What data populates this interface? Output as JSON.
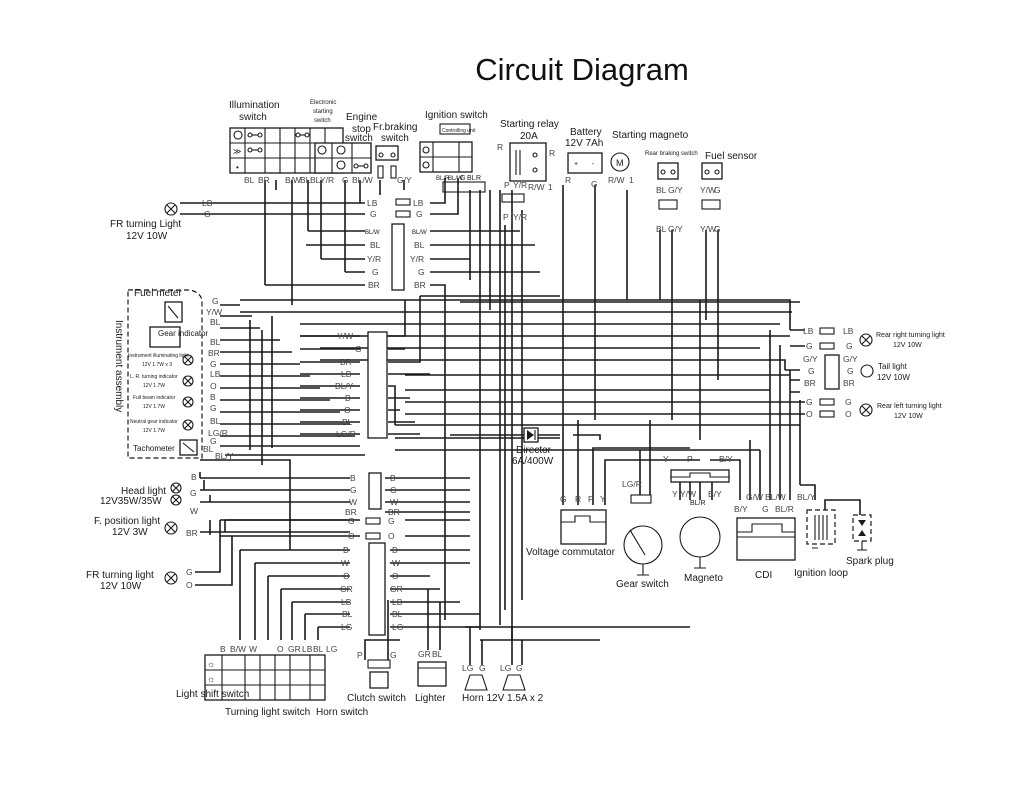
{
  "title": "Circuit Diagram",
  "components": {
    "illumination_switch": {
      "label1": "Illumination",
      "label2": "switch",
      "wires": [
        "BL",
        "BR"
      ]
    },
    "electronic_starting_switch": {
      "label1": "Electronic",
      "label2": "starting",
      "label3": "switch"
    },
    "engine_stop_switch": {
      "label1": "Engine",
      "label2": "stop",
      "label3": "switch",
      "wires": [
        "G",
        "BL/W"
      ]
    },
    "front_braking_switch": {
      "label1": "Fr.braking",
      "label2": "switch",
      "wires": [
        "G/Y"
      ]
    },
    "handlebar_wires": [
      "B/W",
      "BL",
      "BL",
      "Y/R"
    ],
    "ignition_switch": {
      "label": "Ignition switch",
      "unit_label": "Controlling unit",
      "wires": [
        "BL/R",
        "BL/W",
        "G",
        "BL",
        "R"
      ]
    },
    "starting_relay": {
      "label1": "Starting relay",
      "label2": "20A",
      "wires_top": [
        "R",
        "R"
      ],
      "wires_bottom": [
        "P",
        "Y/R",
        "R/W",
        "1"
      ],
      "connector_wires": [
        "P",
        "Y/R"
      ]
    },
    "battery": {
      "label1": "Battery",
      "label2": "12V 7Ah",
      "wires": [
        "R",
        "G"
      ]
    },
    "starting_magneto": {
      "label": "Starting magneto",
      "wires": [
        "R/W",
        "1"
      ]
    },
    "rear_braking_switch": {
      "label": "Rear braking switch",
      "wires": [
        "BL",
        "G/Y"
      ]
    },
    "fuel_sensor": {
      "label": "Fuel sensor",
      "wires": [
        "Y/W",
        "G"
      ]
    },
    "fr_turning_light_top": {
      "label1": "FR turning Light",
      "label2": "12V 10W",
      "wires": [
        "LB",
        "G"
      ]
    },
    "connector_a": {
      "left": [
        "LB",
        "G",
        "BL/W",
        "BL",
        "Y/R",
        "G",
        "BR"
      ],
      "right": [
        "LB",
        "G",
        "BL/W",
        "BL",
        "Y/R",
        "G",
        "BR"
      ]
    },
    "instrument_assembly": {
      "label": "Instrument assembly",
      "fuel_meter": "Fuel meter",
      "gear_indicator": "Gear indicator",
      "illum_light": {
        "label1": "Instrument illuminating light",
        "label2": "12V 1.7W x 3"
      },
      "lr_turning_indicator": {
        "label1": "L. R. turning indicator",
        "label2": "12V 1.7W"
      },
      "full_beam_indicator": {
        "label1": "Full beam indicator",
        "label2": "12V 1.7W"
      },
      "neutral_gear_indicator": {
        "label1": "Neutral gear indicator",
        "label2": "12V 1.7W"
      },
      "tachometer": "Tachometer",
      "wires": [
        "G",
        "Y/W",
        "BL",
        "",
        "BL",
        "BR",
        "G",
        "LB",
        "O",
        "B",
        "G",
        "BL",
        "LG/R",
        "G",
        "BL",
        "BL/Y"
      ]
    },
    "connector_b": {
      "left": [
        "Y/W",
        "G",
        "BR",
        "LB",
        "BL/Y",
        "B",
        "O",
        "BL",
        "LG/R"
      ]
    },
    "rear_right_turning_light": {
      "label1": "Rear right turning light",
      "label2": "12V 10W",
      "wires": [
        "LB",
        "LB",
        "G",
        "G"
      ]
    },
    "tail_light": {
      "label1": "Tail light",
      "label2": "12V 10W",
      "left": [
        "G/Y",
        "G",
        "BR"
      ],
      "right": [
        "G/Y",
        "G",
        "BR"
      ]
    },
    "rear_left_turning_light": {
      "label1": "Rear left turning light",
      "label2": "12V 10W",
      "wires": [
        "G",
        "G",
        "O",
        "O"
      ]
    },
    "director": {
      "label1": "Director",
      "label2": "6A/400W"
    },
    "voltage_commutator": {
      "label": "Voltage commutator",
      "wires": [
        "G",
        "R",
        "P",
        "Y"
      ]
    },
    "gear_switch": {
      "label": "Gear switch",
      "wires": [
        "LG/R"
      ]
    },
    "magneto": {
      "label": "Magneto",
      "top": [
        "Y",
        "P",
        "B/Y"
      ],
      "wires": [
        "Y",
        "Y/W",
        "BL/R",
        "B/Y"
      ]
    },
    "cdi": {
      "label": "CDI",
      "wires": [
        "B/Y",
        "G/W",
        "G",
        "BL/W",
        "BL/R"
      ]
    },
    "ignition_loop": {
      "label": "Ignition loop",
      "wires": [
        "BL/Y"
      ]
    },
    "spark_plug": {
      "label": "Spark plug"
    },
    "head_light": {
      "label1": "Head light",
      "label2": "12V35W/35W",
      "wires": [
        "B",
        "G",
        "W"
      ]
    },
    "f_position_light": {
      "label1": "F. position light",
      "label2": "12V 3W",
      "wires": [
        "BR"
      ]
    },
    "fr_turning_light_bottom": {
      "label1": "FR turning light",
      "label2": "12V 10W",
      "wires": [
        "G",
        "O"
      ]
    },
    "connector_c": {
      "left": [
        "B",
        "G",
        "W",
        "BR"
      ],
      "right": [
        "B",
        "G",
        "W",
        "BR"
      ]
    },
    "connector_d": {
      "left": [
        "G",
        "O"
      ],
      "right": [
        "G",
        "O"
      ]
    },
    "connector_e": {
      "left": [
        "B",
        "W",
        "O",
        "GR",
        "LB",
        "BL",
        "LG"
      ],
      "right": [
        "B",
        "W",
        "O",
        "GR",
        "LB",
        "BL",
        "LG"
      ]
    },
    "light_shift_switch": {
      "label": "Light shift switch",
      "wires": [
        "B",
        "B/W",
        "W"
      ]
    },
    "turning_light_switch": {
      "label": "Turning light switch",
      "wires": [
        "O",
        "GR",
        "LB"
      ]
    },
    "horn_switch": {
      "label": "Horn switch",
      "wires": [
        "BL",
        "LG"
      ]
    },
    "clutch_switch": {
      "label": "Clutch switch",
      "wires": [
        "P",
        "G"
      ]
    },
    "lighter": {
      "label": "Lighter",
      "wires": [
        "GR",
        "BL"
      ]
    },
    "horn": {
      "label": "Horn 12V 1.5A x 2",
      "wires": [
        "LG",
        "G",
        "LG",
        "G"
      ]
    }
  }
}
